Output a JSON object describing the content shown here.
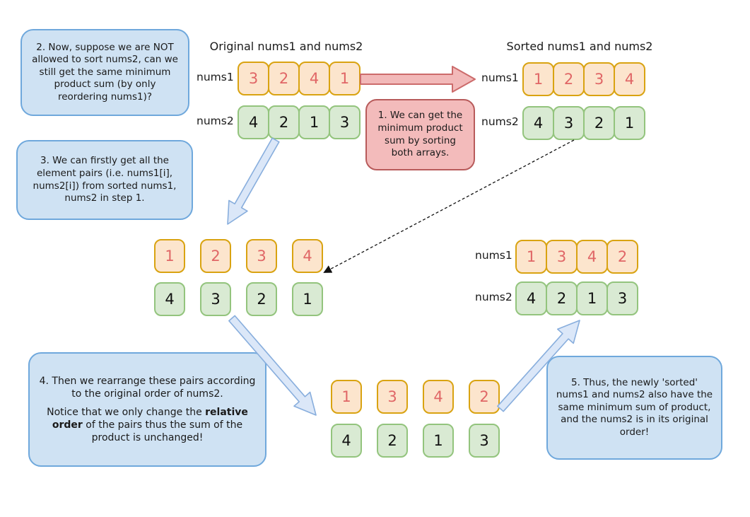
{
  "headings": {
    "original": "Original nums1 and nums2",
    "sorted": "Sorted nums1 and nums2"
  },
  "labels": {
    "nums1": "nums1",
    "nums2": "nums2"
  },
  "callouts": {
    "step1": "1. We can get the minimum product sum by sorting both arrays.",
    "step2": "2. Now, suppose we are NOT allowed to sort nums2, can we still get the same minimum product sum (by only reordering nums1)?",
    "step3": "3. We can firstly get all the element pairs (i.e. nums1[i], nums2[i]) from sorted nums1, nums2 in step 1.",
    "step4_para1": "4. Then we rearrange these pairs according to the original order of nums2.",
    "step4_para2_prefix": "Notice that we only change the ",
    "step4_para2_bold": "relative order",
    "step4_para2_suffix": " of the pairs thus the sum of the product is unchanged!",
    "step5": "5. Thus, the newly 'sorted' nums1 and nums2 also have the same minimum sum of product, and the nums2 is in its original order!"
  },
  "arrays": {
    "original_nums1": [
      "3",
      "2",
      "4",
      "1"
    ],
    "original_nums2": [
      "4",
      "2",
      "1",
      "3"
    ],
    "sorted_nums1": [
      "1",
      "2",
      "3",
      "4"
    ],
    "sorted_nums2": [
      "4",
      "3",
      "2",
      "1"
    ],
    "pairs_nums1": [
      "1",
      "2",
      "3",
      "4"
    ],
    "pairs_nums2": [
      "4",
      "3",
      "2",
      "1"
    ],
    "rearranged_nums1": [
      "1",
      "3",
      "4",
      "2"
    ],
    "rearranged_nums2": [
      "4",
      "2",
      "1",
      "3"
    ],
    "result_nums1": [
      "1",
      "3",
      "4",
      "2"
    ],
    "result_nums2": [
      "4",
      "2",
      "1",
      "3"
    ]
  },
  "colors": {
    "orange_fill": "#fce5cd",
    "orange_border": "#d9a311",
    "orange_text": "#e06666",
    "green_fill": "#d9ead3",
    "green_border": "#93c47d",
    "green_text": "#111111",
    "blue_fill": "#cfe2f3",
    "blue_border": "#6fa8dc",
    "pink_fill": "#f3bbbb",
    "pink_border": "#b85b5b",
    "arrow_blue_fill": "#dbe7f8",
    "arrow_blue_border": "#88aedd",
    "arrow_pink_fill": "#f2b9b9",
    "arrow_pink_border": "#cc6b6b",
    "dashed_arrow": "#111111"
  }
}
